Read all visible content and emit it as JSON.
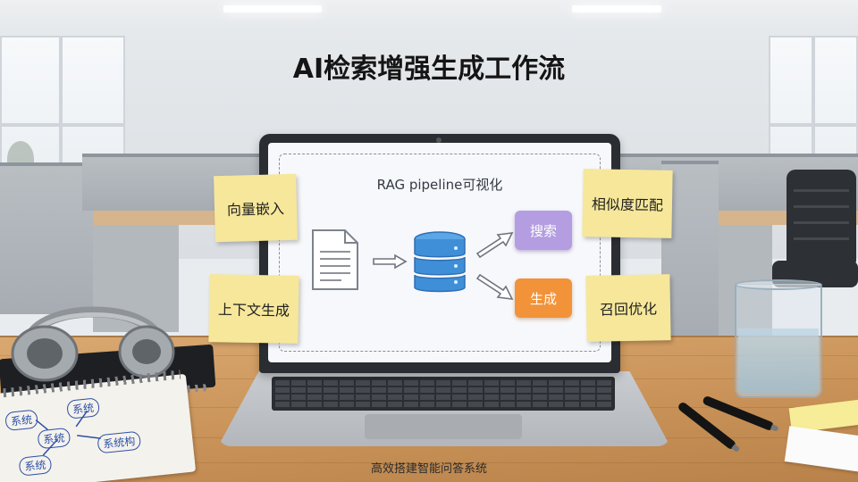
{
  "headline": "AI检索增强生成工作流",
  "caption": "高效搭建智能问答系统",
  "screen": {
    "title": "RAG pipeline可视化",
    "search_label": "搜索",
    "generate_label": "生成",
    "search_color": "#b49de0",
    "generate_color": "#f2933a",
    "icons": [
      "document-icon",
      "database-icon",
      "arrow-right-icon"
    ]
  },
  "sticky_notes": {
    "top_left": "向量嵌入",
    "bottom_left": "上下文生成",
    "top_right": "相似度匹配",
    "bottom_right": "召回优化",
    "color": "#f6e79a"
  },
  "sketchbook": {
    "words": [
      "系统",
      "系统",
      "系统",
      "系统构",
      "系统"
    ]
  }
}
